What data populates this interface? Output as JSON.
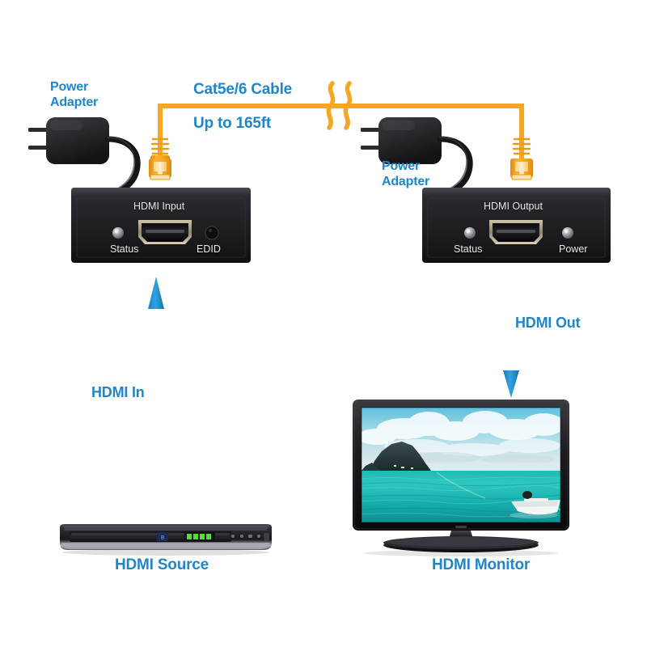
{
  "page": {
    "title": "HDMI Extender over Cat5e/6 connection diagram",
    "background": "#ffffff",
    "accent_blue": "#1f86c9",
    "cable_orange": "#f5a623",
    "device_black": "#1b1b1d"
  },
  "labels": {
    "power_adapter_left": "Power\nAdapter",
    "power_adapter_left_line1": "Power",
    "power_adapter_left_line2": "Adapter",
    "power_adapter_right_line1": "Power",
    "power_adapter_right_line2": "Adapter",
    "cat5e_cable": "Cat5e/6 Cable",
    "up_to_distance": "Up to 165ft",
    "hdmi_in": "HDMI In",
    "hdmi_out": "HDMI Out",
    "hdmi_source": "HDMI Source",
    "hdmi_monitor": "HDMI Monitor"
  },
  "transmitter": {
    "port_label": "HDMI Input",
    "led_status_label": "Status",
    "button_label": "EDID"
  },
  "receiver": {
    "port_label": "HDMI Output",
    "led_status_label": "Status",
    "led_power_label": "Power"
  },
  "icons": {
    "rj45_left": "rj45-connector-icon",
    "rj45_right": "rj45-connector-icon",
    "cable_break": "cable-break-squiggle-icon",
    "power_plug_left": "power-adapter-icon",
    "power_plug_right": "power-adapter-icon",
    "arrow_hdmi_in": "arrow-up-icon",
    "arrow_hdmi_out": "arrow-down-icon",
    "bluray_logo": "bluray-disc-logo-icon"
  },
  "devices": {
    "source_device": "Blu-ray disc player",
    "monitor_device": "Flat panel television",
    "monitor_screen_content": "Tropical seascape with island, clouds and white boat"
  }
}
